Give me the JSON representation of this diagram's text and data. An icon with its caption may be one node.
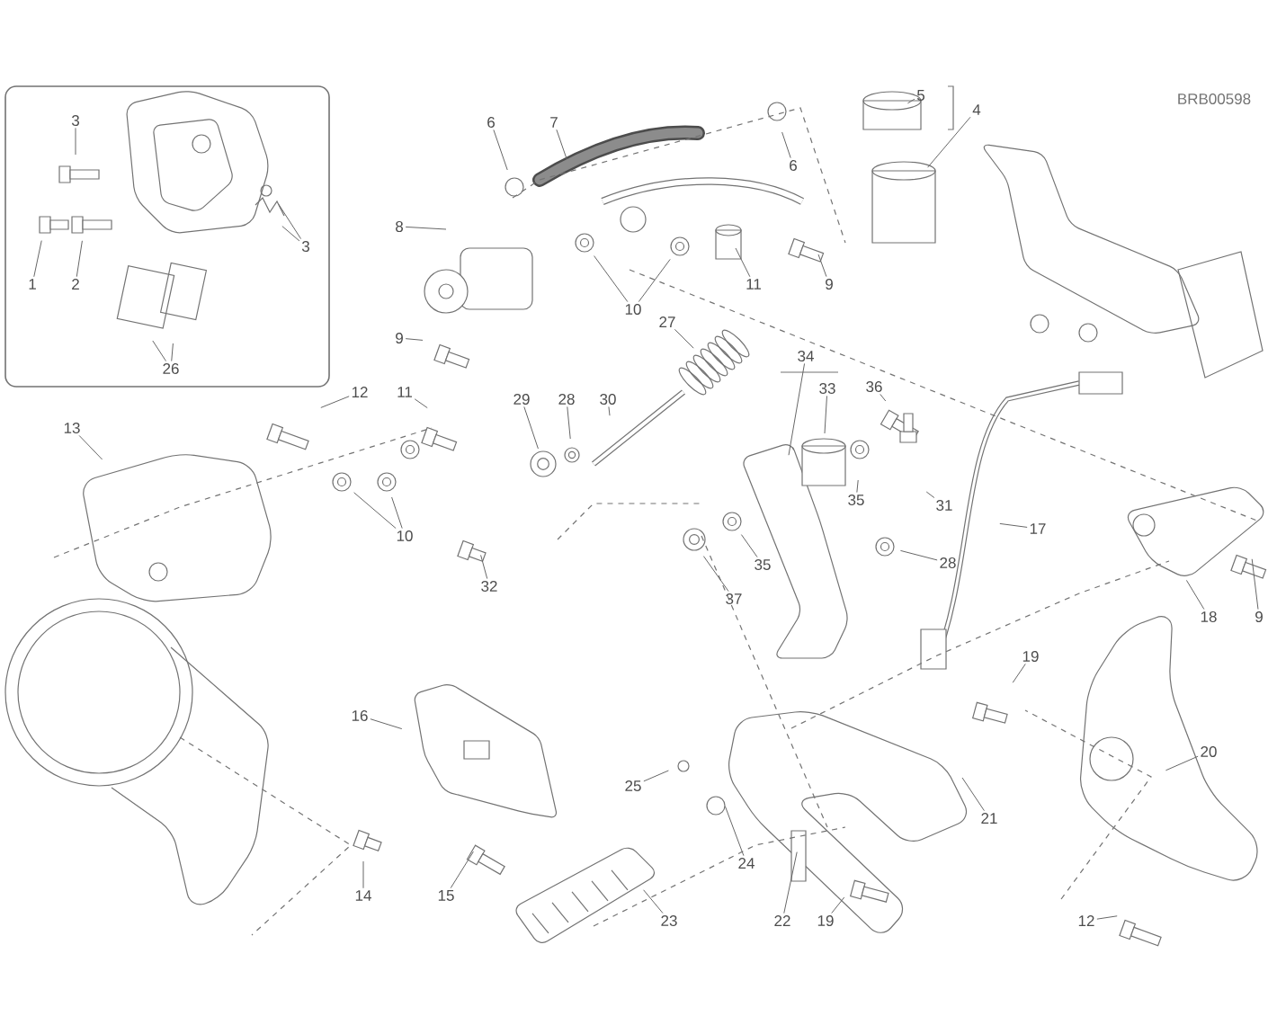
{
  "diagram": {
    "nodes": [
      {
        "text": [],
        "shape": "box"
      },
      {
        "text": [
          "3"
        ],
        "in": 0
      },
      {
        "text": [
          "1"
        ],
        "in": 0
      },
      {
        "text": [
          "2"
        ],
        "in": 0
      },
      {
        "text": [
          "3"
        ],
        "in": 0
      },
      {
        "text": [
          "26"
        ],
        "in": 0
      },
      {
        "text": [
          "6"
        ]
      },
      {
        "text": [
          "7"
        ]
      },
      {
        "text": [
          "8"
        ]
      },
      {
        "text": [
          "9"
        ]
      },
      {
        "text": [
          "10"
        ]
      },
      {
        "text": [
          "11"
        ]
      },
      {
        "text": [
          "9"
        ]
      },
      {
        "text": [
          "6"
        ]
      },
      {
        "text": [
          "5"
        ]
      },
      {
        "text": [
          "4"
        ]
      },
      {
        "text": [
          "27"
        ]
      },
      {
        "text": [
          "34"
        ]
      },
      {
        "text": [
          "33"
        ]
      },
      {
        "text": [
          "36"
        ]
      },
      {
        "text": [
          "12"
        ]
      },
      {
        "text": [
          "11"
        ]
      },
      {
        "text": [
          "13"
        ]
      },
      {
        "text": [
          "29"
        ]
      },
      {
        "text": [
          "28"
        ]
      },
      {
        "text": [
          "30"
        ]
      },
      {
        "text": [
          "10"
        ]
      },
      {
        "text": [
          "32"
        ]
      },
      {
        "text": [
          "35"
        ]
      },
      {
        "text": [
          "31"
        ]
      },
      {
        "text": [
          "28"
        ]
      },
      {
        "text": [
          "17"
        ]
      },
      {
        "text": [
          "35"
        ]
      },
      {
        "text": [
          "37"
        ]
      },
      {
        "text": [
          "18"
        ]
      },
      {
        "text": [
          "9"
        ]
      },
      {
        "text": [
          "19"
        ]
      },
      {
        "text": [
          "20"
        ]
      },
      {
        "text": [
          "16"
        ]
      },
      {
        "text": [
          "25"
        ]
      },
      {
        "text": [
          "21"
        ]
      },
      {
        "text": [
          "24"
        ]
      },
      {
        "text": [
          "14"
        ]
      },
      {
        "text": [
          "15"
        ]
      },
      {
        "text": [
          "23"
        ]
      },
      {
        "text": [
          "22"
        ]
      },
      {
        "text": [
          "19"
        ]
      },
      {
        "text": [
          "12"
        ]
      }
    ],
    "edges": [
      {
        "from": 1,
        "to": null,
        "arrow": "none"
      },
      {
        "from": 2,
        "to": null,
        "arrow": "none"
      },
      {
        "from": 3,
        "to": null,
        "arrow": "none"
      },
      {
        "from": 4,
        "to": null,
        "arrow": "none"
      },
      {
        "from": 4,
        "to": null,
        "arrow": "none"
      },
      {
        "from": 5,
        "to": null,
        "arrow": "none"
      },
      {
        "from": 5,
        "to": null,
        "arrow": "none"
      },
      {
        "from": 6,
        "to": null,
        "arrow": "none"
      },
      {
        "from": 7,
        "to": null,
        "arrow": "none"
      },
      {
        "from": 8,
        "to": null,
        "arrow": "none"
      },
      {
        "from": 9,
        "to": null,
        "arrow": "none"
      },
      {
        "from": 10,
        "to": null,
        "arrow": "none"
      },
      {
        "from": 10,
        "to": null,
        "arrow": "none"
      },
      {
        "from": 11,
        "to": null,
        "arrow": "none"
      },
      {
        "from": 12,
        "to": null,
        "arrow": "none"
      },
      {
        "from": 13,
        "to": null,
        "arrow": "none"
      },
      {
        "from": 14,
        "to": null,
        "arrow": "none"
      },
      {
        "from": 15,
        "to": null,
        "arrow": "none"
      },
      {
        "from": 16,
        "to": null,
        "arrow": "none"
      },
      {
        "from": 17,
        "to": null,
        "arrow": "none"
      },
      {
        "from": 18,
        "to": null,
        "arrow": "none"
      },
      {
        "from": 19,
        "to": null,
        "arrow": "none"
      },
      {
        "from": 20,
        "to": null,
        "arrow": "none"
      },
      {
        "from": 21,
        "to": null,
        "arrow": "none"
      },
      {
        "from": 22,
        "to": null,
        "arrow": "none"
      },
      {
        "from": 23,
        "to": null,
        "arrow": "none"
      },
      {
        "from": 24,
        "to": null,
        "arrow": "none"
      },
      {
        "from": 25,
        "to": null,
        "arrow": "none"
      },
      {
        "from": 26,
        "to": null,
        "arrow": "none"
      },
      {
        "from": 26,
        "to": null,
        "arrow": "none"
      },
      {
        "from": 27,
        "to": null,
        "arrow": "none"
      },
      {
        "from": 28,
        "to": null,
        "arrow": "none"
      },
      {
        "from": 29,
        "to": null,
        "arrow": "none"
      },
      {
        "from": 30,
        "to": null,
        "arrow": "none"
      },
      {
        "from": 31,
        "to": null,
        "arrow": "none"
      },
      {
        "from": 32,
        "to": null,
        "arrow": "none"
      },
      {
        "from": 33,
        "to": null,
        "arrow": "none"
      },
      {
        "from": 34,
        "to": null,
        "arrow": "none"
      },
      {
        "from": 35,
        "to": null,
        "arrow": "none"
      },
      {
        "from": 36,
        "to": null,
        "arrow": "none"
      },
      {
        "from": 37,
        "to": null,
        "arrow": "none"
      },
      {
        "from": 38,
        "to": null,
        "arrow": "none"
      },
      {
        "from": 39,
        "to": null,
        "arrow": "none"
      },
      {
        "from": 40,
        "to": null,
        "arrow": "none"
      },
      {
        "from": 41,
        "to": null,
        "arrow": "none"
      },
      {
        "from": 42,
        "to": null,
        "arrow": "none"
      },
      {
        "from": 43,
        "to": null,
        "arrow": "none"
      },
      {
        "from": 44,
        "to": null,
        "arrow": "none"
      },
      {
        "from": 45,
        "to": null,
        "arrow": "none"
      },
      {
        "from": 46,
        "to": null,
        "arrow": "none"
      },
      {
        "from": 47,
        "to": null,
        "arrow": "none"
      }
    ],
    "labels": [
      "BRB00598"
    ]
  }
}
